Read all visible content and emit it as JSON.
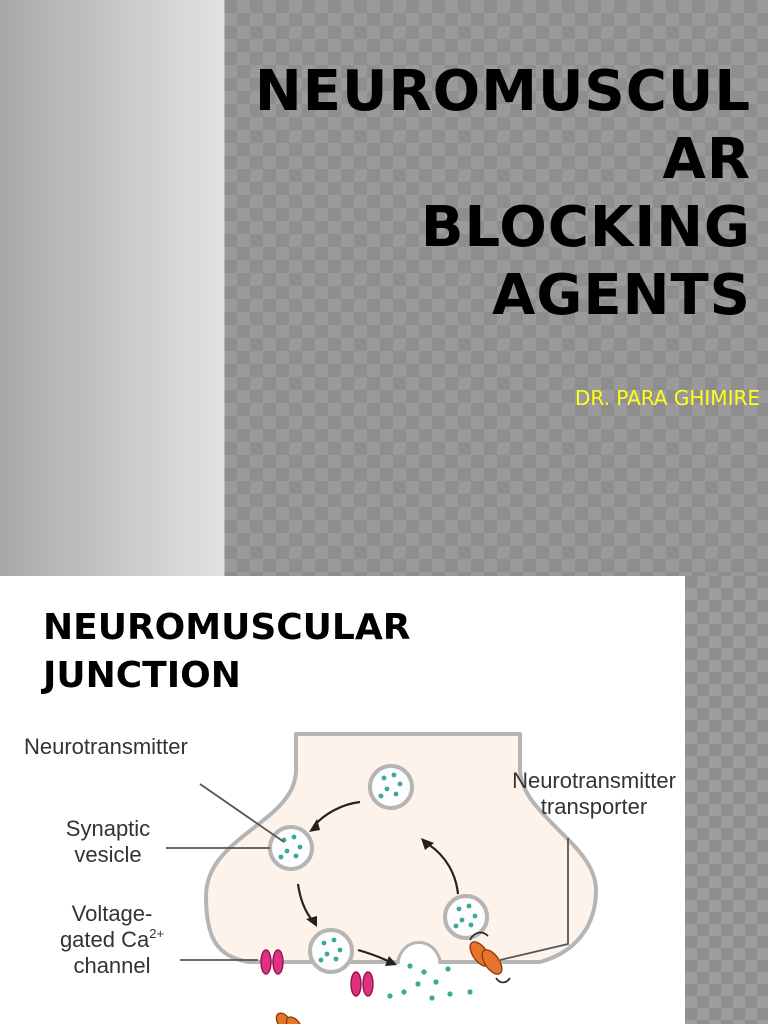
{
  "slide1": {
    "title_lines": [
      "NEUROMUSCUL",
      "AR",
      "BLOCKING",
      "AGENTS"
    ],
    "author": "DR. PARA GHIMIRE",
    "colors": {
      "author_text": "#ffff1a",
      "title_text": "#000000",
      "panel_background": "#8e8e8e"
    }
  },
  "slide2": {
    "title_lines": [
      "NEUROMUSCULAR",
      "JUNCTION"
    ],
    "diagram": {
      "labels": {
        "neurotransmitter": "Neurotransmitter",
        "synaptic_vesicle_line1": "Synaptic",
        "synaptic_vesicle_line2": "vesicle",
        "transporter_line1": "Neurotransmitter",
        "transporter_line2": "transporter",
        "voltage_gated_line1": "Voltage-",
        "voltage_gated_line2_prefix": "gated Ca",
        "voltage_gated_line2_sup": "2+",
        "voltage_gated_line3": "channel"
      },
      "colors": {
        "terminal_fill": "#fdf3ea",
        "terminal_outline": "#b5b5b5",
        "neurotransmitter_dots": "#3aa89a",
        "calcium_channel": "#e0307f",
        "transporter": "#e8742c"
      }
    }
  }
}
